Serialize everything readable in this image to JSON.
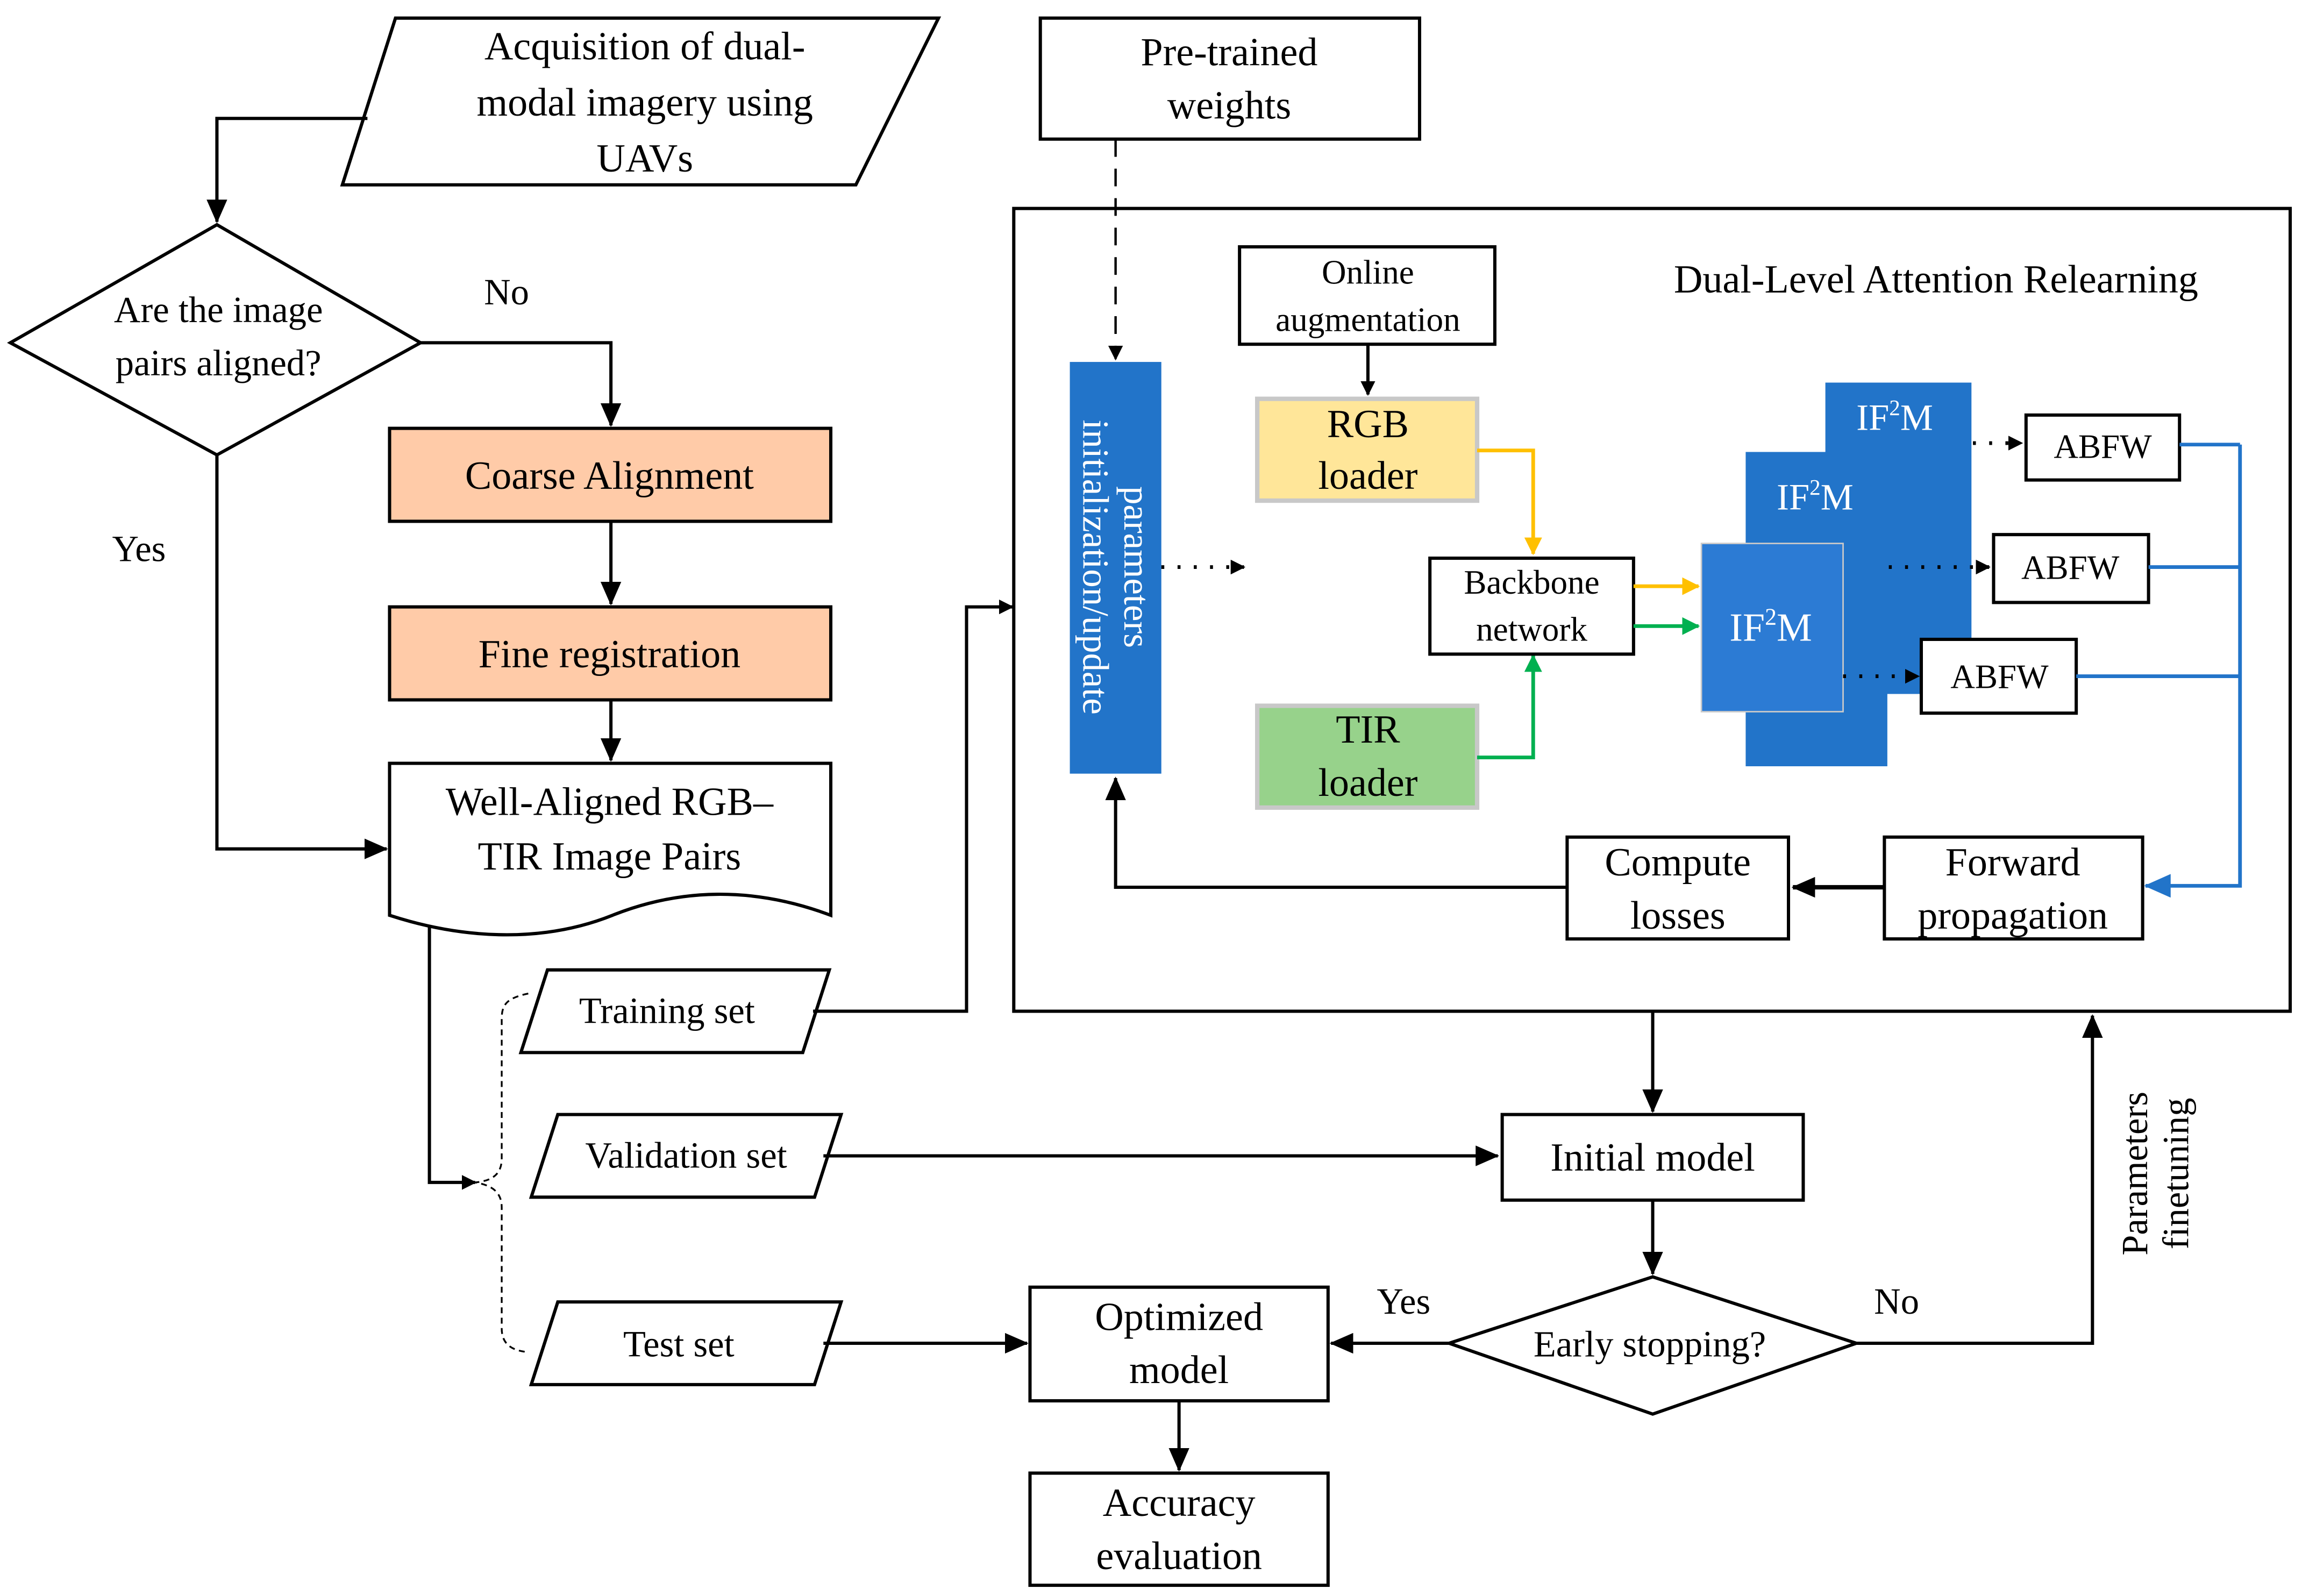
{
  "colors": {
    "peach": "#FFCBA8",
    "rgb_loader": "#FFE699",
    "tir_loader": "#97D28B",
    "blue": "#2274C9",
    "yellow_line": "#FFC000",
    "green_line": "#00B050",
    "loader_border": "#C8C8C8"
  },
  "nodes": {
    "acquisition": [
      "Acquisition of dual-",
      "modal imagery using",
      "UAVs"
    ],
    "aligned_decision": [
      "Are the image",
      "pairs aligned?"
    ],
    "coarse_alignment": "Coarse Alignment",
    "fine_registration": "Fine registration",
    "well_aligned": [
      "Well-Aligned RGB–",
      "TIR Image Pairs"
    ],
    "training_set": "Training set",
    "validation_set": "Validation set",
    "test_set": "Test set",
    "pretrained": [
      "Pre-trained",
      "weights"
    ],
    "dlar_title": "Dual-Level Attention Relearning",
    "online_aug": [
      "Online",
      "augmentation"
    ],
    "rgb_loader": [
      "RGB",
      "loader"
    ],
    "tir_loader": [
      "TIR",
      "loader"
    ],
    "backbone": [
      "Backbone",
      "network"
    ],
    "param_init": [
      "parameters",
      "initialization/update"
    ],
    "if2m": {
      "base": "IF",
      "sup": "2",
      "tail": "M"
    },
    "abfw": "ABFW",
    "forward": [
      "Forward",
      "propagation"
    ],
    "compute_losses": [
      "Compute",
      "losses"
    ],
    "initial_model": "Initial model",
    "early_stopping": "Early stopping?",
    "optimized": [
      "Optimized",
      "model"
    ],
    "accuracy": [
      "Accuracy",
      "evaluation"
    ],
    "param_finetune": [
      "Parameters",
      "finetuning"
    ]
  },
  "edge_labels": {
    "no_top": "No",
    "yes_left": "Yes",
    "yes_bottom": "Yes",
    "no_bottom": "No"
  }
}
